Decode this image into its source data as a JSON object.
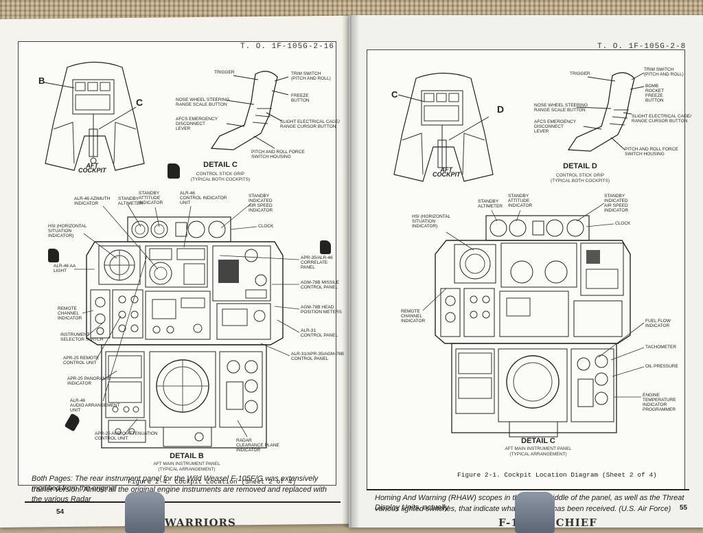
{
  "left_page": {
    "to_number": "T. O. 1F-105G-2-16",
    "cockpit_letter_b": "B",
    "cockpit_letter_c": "C",
    "cockpit_label": "AFT\nCOCKPIT",
    "stick_labels": {
      "trigger": "TRIGGER",
      "trim_switch": "TRIM SWITCH\n(PITCH AND ROLL)",
      "freeze_button": "FREEZE\nBUTTON",
      "nose_wheel": "NOSE WHEEL STEERING\nRANGE SCALE BUTTON",
      "afcs": "AFCS EMERGENCY\nDISCONNECT\nLEVER",
      "slight_electrical": "SLIGHT ELECTRICAL CAGE/\nRANGE CURSOR BUTTON",
      "pitch_roll": "PITCH AND ROLL FORCE\nSWITCH HOUSING"
    },
    "detail_c_title": "DETAIL C",
    "detail_c_sub": "CONTROL STICK GRIP\n(TYPICAL BOTH COCKPITS)",
    "panel_labels": {
      "standby_attitude": "STANDBY\nATTITUDE\nINDICATOR",
      "alr46_control": "ALR-46\nCONTROL INDICATOR\nUNIT",
      "standby_airspeed": "STANDBY\nINDICATED\nAIR SPEED\nINDICATOR",
      "alr46_azimuth": "ALR-46 AZIMUTH\nINDICATOR",
      "standby_altimeter": "STANDBY\nALTIMETER",
      "clock": "CLOCK",
      "hsi": "HSI (HORIZONTAL\nSITUATION\nINDICATOR)",
      "apr35_correlate": "APR-35/ALR-46\nCORRELATE\nPANEL",
      "alr46_aa": "ALR-46 AA\nLIGHT",
      "agm78_missile": "AGM-78B MISSILE\nCONTROL PANEL",
      "agm78_head": "AGM-78B HEAD\nPOSITION METERS",
      "remote_channel": "REMOTE\nCHANNEL\nINDICATOR",
      "alr31": "ALR-31\nCONTROL PANEL",
      "instrument_selector": "INSTRUMENT\nSELECTOR SWITCH",
      "alr31_apr35": "ALR-31/APR-35/AGM-78B\nCONTROL PANEL",
      "apr25_remote": "APR-25 REMOTE\nCONTROL UNIT",
      "apr25_panoramic": "APR-25 PANORAMIC\nINDICATOR",
      "alr46_audio": "ALR-46\nAUDIO ARRANGEMENT\nUNIT",
      "apr25_audio": "APR-25 AUDIO/ATTENUATION\nCONTROL UNIT",
      "radar_clearance": "RADAR\nCLEARANCE PLANE\nINDICATOR"
    },
    "detail_b_title": "DETAIL B",
    "detail_b_sub": "AFT MAIN INSTRUMENT PANEL\n(TYPICAL ARRANGEMENT)",
    "figure_caption": "Figure 2-4.  Cockpit Location (Sheet 2 of 4)",
    "body_text_1": "Both Pages: The rear instrument panel for the Wild Weasel F-105F/G was extensively modified from the original",
    "body_text_2": "trainer version. Almost all the original engine instruments are removed and replaced with the various Radar",
    "page_number": "54",
    "footer": "WARRIORS"
  },
  "right_page": {
    "to_number": "T. O. 1F-105G-2-8",
    "cockpit_letter_c": "C",
    "cockpit_letter_d": "D",
    "cockpit_label": "AFT\nCOCKPIT",
    "stick_labels": {
      "trigger": "TRIGGER",
      "trim_switch": "TRIM SWITCH\n(PITCH AND ROLL)",
      "bomb_button": "BOMB\nROCKET\nFREEZE\nBUTTON",
      "nose_wheel": "NOSE WHEEL STEERING\nRANGE SCALE BUTTON",
      "afcs": "AFCS EMERGENCY\nDISCONNECT\nLEVER",
      "slight_electrical": "SLIGHT ELECTRICAL CAGE/\nRANGE CURSOR BUTTON",
      "pitch_roll": "PITCH AND ROLL FORCE\nSWITCH HOUSING"
    },
    "detail_d_title": "DETAIL D",
    "detail_d_sub": "CONTROL STICK GRIP\n(TYPICAL BOTH COCKPITS)",
    "panel_labels": {
      "standby_altimeter": "STANDBY\nALTIMETER",
      "standby_attitude": "STANDBY\nATTITUDE\nINDICATOR",
      "standby_airspeed": "STANDBY\nINDICATED\nAIR SPEED\nINDICATOR",
      "clock": "CLOCK",
      "hsi": "HSI (HORIZONTAL\nSITUATION\nINDICATOR)",
      "remote_channel": "REMOTE\nCHANNEL\nINDICATOR",
      "fuel_flow": "FUEL FLOW\nINDICATOR",
      "tachometer": "TACHOMETER",
      "oil_pressure": "OIL PRESSURE",
      "engine_temp": "ENGINE\nTEMPERATURE\nINDICATOR\nPROGRAMMER"
    },
    "detail_c_title": "DETAIL C",
    "detail_c_sub": "AFT MAIN INSTRUMENT PANEL\n(TYPICAL ARRANGEMENT)",
    "figure_caption": "Figure 2-1.  Cockpit Location Diagram (Sheet 2 of 4)",
    "body_text_1": "Homing And Warning (RHAW) scopes in the upper middle of the panel, as well as the Threat Display Units, actually",
    "body_text_2": "various lighted switches, that indicate what type of ... has been received. (U.S. Air Force)",
    "page_number": "55",
    "footer": "F-105 ... CHIEF"
  }
}
